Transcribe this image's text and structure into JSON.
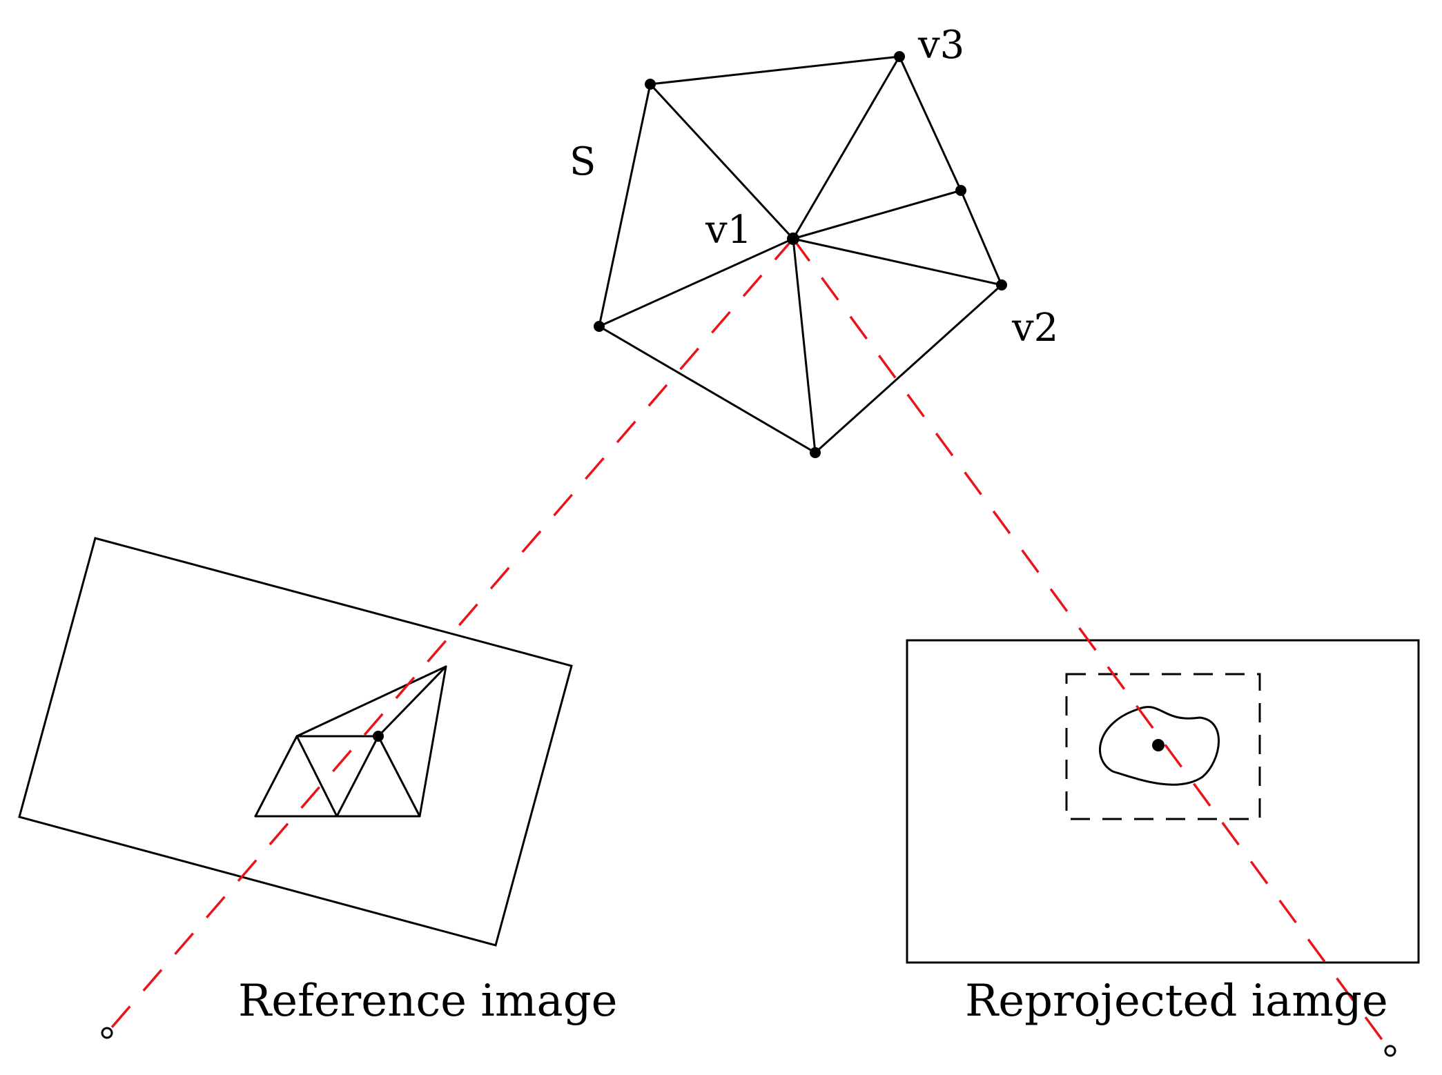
{
  "labels": {
    "surface": "S",
    "vertex_1": "v1",
    "vertex_2": "v2",
    "vertex_3": "v3",
    "reference_image": "Reference image",
    "reprojected_image": "Reprojected iamge"
  },
  "colors": {
    "ray": "#e8141a",
    "line": "#000000",
    "background": "#ffffff"
  }
}
